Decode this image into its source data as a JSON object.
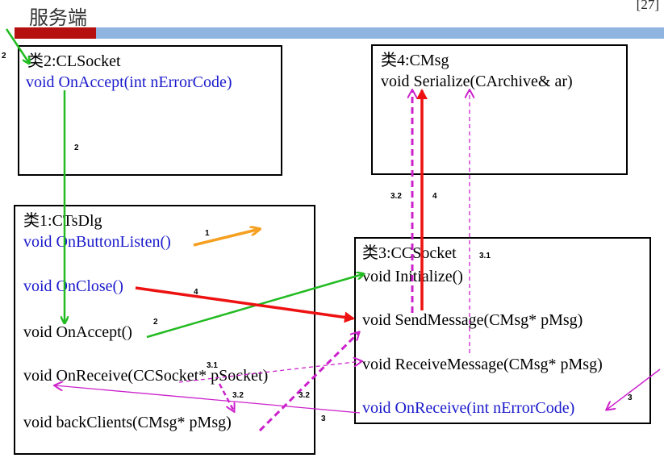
{
  "header": {
    "title": "服务端",
    "page": "[27]"
  },
  "classes": {
    "clsocket": {
      "name": "类2:CLSocket",
      "method": "void OnAccept(int nErrorCode)"
    },
    "cmsg": {
      "name": "类4:CMsg",
      "method": "void Serialize(CArchive& ar)"
    },
    "ctsdlg": {
      "name": "类1:CTsDlg",
      "methods": [
        "void OnButtonListen()",
        "void OnClose()",
        "void OnAccept()",
        "void OnReceive(CCSocket* pSocket)",
        "void backClients(CMsg* pMsg)"
      ]
    },
    "ccsocket": {
      "name": "类3:CCSocket",
      "methods": [
        "void Initialize()",
        "void SendMessage(CMsg* pMsg)",
        "void ReceiveMessage(CMsg* pMsg)",
        "void OnReceive(int nErrorCode)"
      ]
    }
  },
  "arrow_labels": {
    "entry": "2",
    "accept_down": "2",
    "listen": "1",
    "close": "4",
    "init": "2",
    "recv_msg": "3.1",
    "ccsocket_side": "3.1",
    "back_to_dlg": "3.2",
    "back_to_send": "3.2",
    "on_receive": "3",
    "external": "3",
    "serialize_dashed": "3.2",
    "serialize_solid": "4"
  },
  "colors": {
    "green": "#22bb22",
    "red": "#ee1111",
    "orange": "#f5a020",
    "magenta": "#cc22cc",
    "method_blue": "#1a1acc"
  }
}
